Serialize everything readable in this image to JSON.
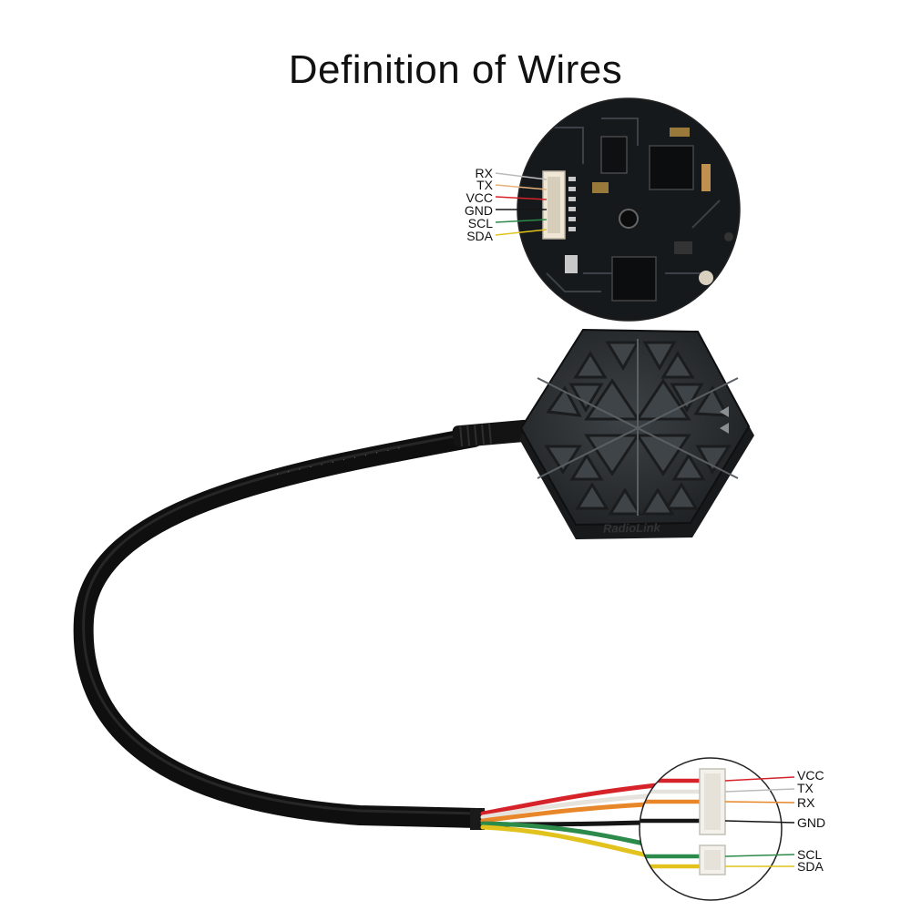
{
  "title": "Definition of Wires",
  "pcb_pins": [
    "RX",
    "TX",
    "VCC",
    "GND",
    "SCL",
    "SDA"
  ],
  "connector_pins": [
    "VCC",
    "TX",
    "RX",
    "GND",
    "SCL",
    "SDA"
  ],
  "brand_logo": "RadioLink",
  "colors": {
    "red": "#d6232a",
    "white": "#e6e2dc",
    "orange": "#e8862a",
    "black": "#151515",
    "green": "#2c8a4a",
    "yellow": "#e2c21c",
    "pcb": "#16191b",
    "gps_case": "#2a2d30"
  }
}
